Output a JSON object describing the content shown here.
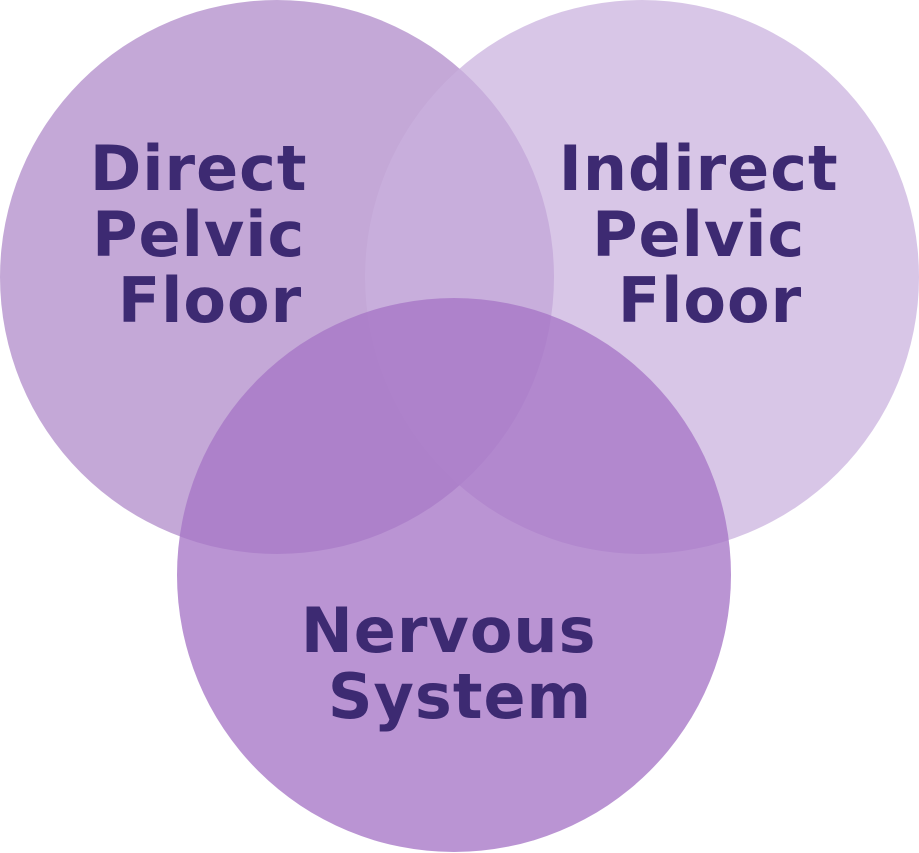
{
  "diagram": {
    "type": "venn",
    "label_color": "#3d2a72",
    "sets": [
      {
        "id": "direct",
        "lines": [
          "Direct",
          "Pelvic",
          "Floor"
        ],
        "fill": "#b38fcc",
        "opacity": 0.78
      },
      {
        "id": "indirect",
        "lines": [
          "Indirect",
          "Pelvic",
          "Floor"
        ],
        "fill": "#c9b0de",
        "opacity": 0.72
      },
      {
        "id": "nervous",
        "lines": [
          "Nervous",
          "System"
        ],
        "fill": "#a676c6",
        "opacity": 0.78
      }
    ]
  }
}
